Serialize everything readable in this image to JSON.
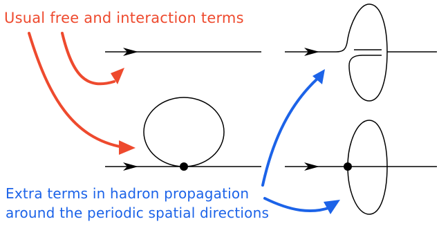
{
  "annotations": {
    "red_label": "Usual free and interaction terms",
    "blue_label_line1": "Extra terms in hadron propagation",
    "blue_label_line2": "around the periodic spatial directions"
  },
  "colors": {
    "line": "#000000",
    "red": "#ee4a2e",
    "blue": "#1c63e8"
  },
  "diagrams": [
    {
      "name": "free-propagator",
      "row": "top",
      "column": "left"
    },
    {
      "name": "propagator-wrapping-periodic-direction",
      "row": "top",
      "column": "right"
    },
    {
      "name": "tadpole-interaction",
      "row": "bottom",
      "column": "left"
    },
    {
      "name": "interaction-wrapping-periodic-direction",
      "row": "bottom",
      "column": "right"
    }
  ]
}
